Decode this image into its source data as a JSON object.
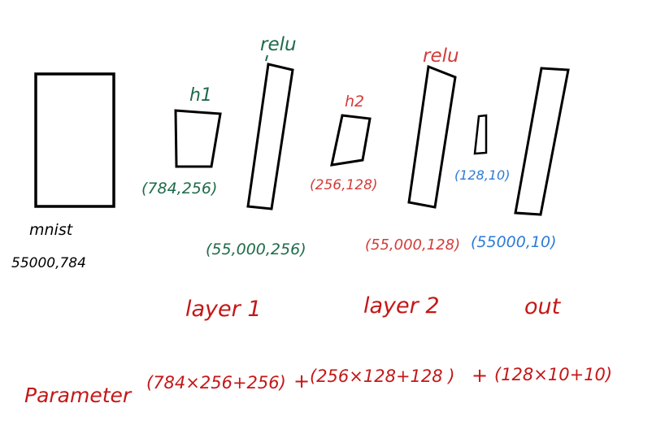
{
  "colors": {
    "ink": "#000000",
    "green": "#1e6b49",
    "red": "#d23c3a",
    "blue": "#2b7bd8",
    "dark_red": "#c41717"
  },
  "input": {
    "name": "mnist",
    "shape": "55000,784"
  },
  "layer1": {
    "weight_label": "h1",
    "weight_shape": "(784,256)",
    "activation": "relu",
    "output_shape": "(55,000,256)",
    "caption": "layer 1"
  },
  "layer2": {
    "weight_label": "h2",
    "weight_shape": "(256,128)",
    "activation": "relu",
    "output_shape": "(55,000,128)",
    "caption": "layer 2"
  },
  "out": {
    "weight_shape": "(128,10)",
    "output_shape": "(55000,10)",
    "caption": "out"
  },
  "parameter": {
    "label": "Parameter",
    "term1": "(784×256+256)",
    "plus1": "+",
    "term2": "(256×128+128 )",
    "plus2": "+",
    "term3": "(128×10+10)"
  }
}
